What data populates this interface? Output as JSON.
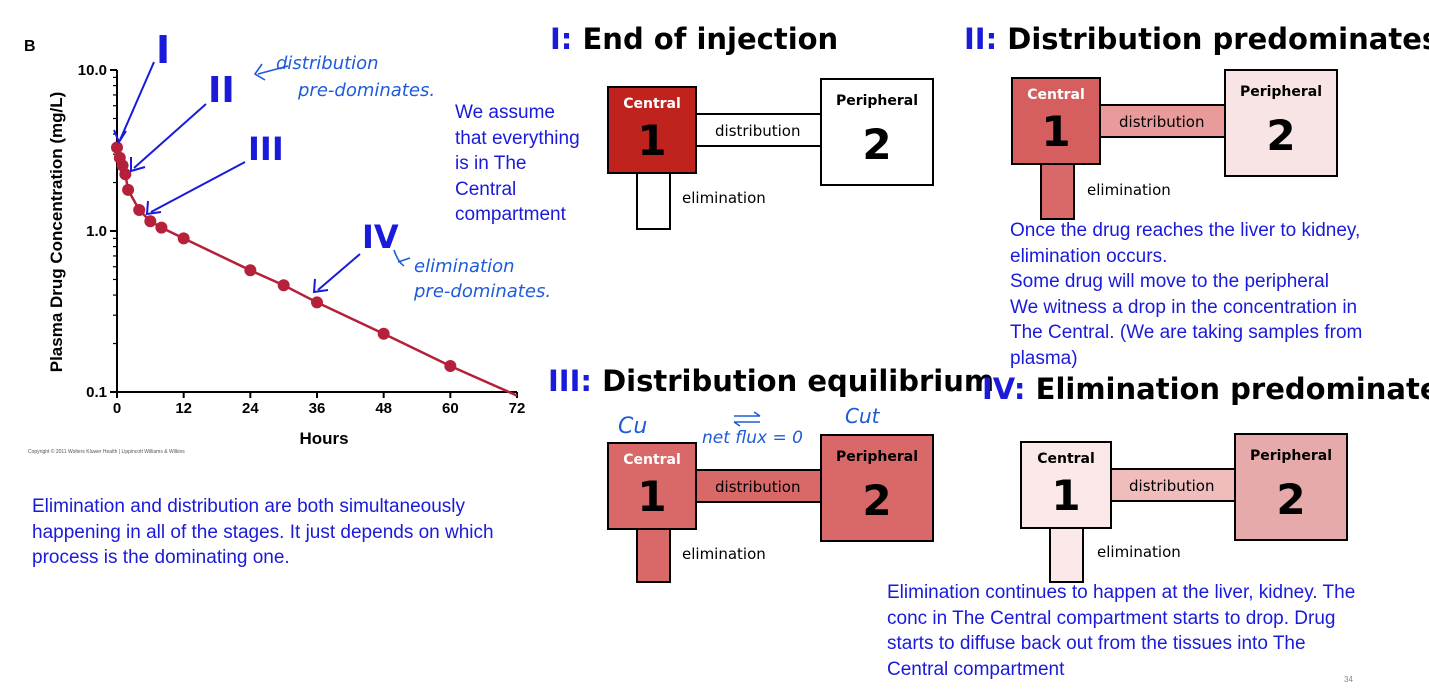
{
  "colors": {
    "heading_numeral": "#1a1adb",
    "note_text": "#1a1adb",
    "curve": "#b5213b",
    "central_I": "#c0221e",
    "central_II": "#d55f5f",
    "peripheral_II": "#f8e4e4",
    "link_II": "#e99a9a",
    "compartment_III": "#d96868",
    "central_IV": "#fbe9e9",
    "peripheral_IV": "#e7aaaa",
    "link_IV": "#f0bcbc"
  },
  "chart": {
    "panel_letter": "B",
    "ylabel": "Plasma Drug Concentration (mg/L)",
    "xlabel": "Hours",
    "copyright": "Copyright © 2011 Wolters Kluwer Health | Lippincott Williams & Wilkins",
    "y_ticks": [
      "10.0",
      "1.0",
      "0.1"
    ],
    "x_ticks": [
      "0",
      "12",
      "24",
      "36",
      "48",
      "60",
      "72"
    ],
    "phase_labels": [
      "I",
      "II",
      "III",
      "IV"
    ],
    "annotation_distribution": [
      "distribution",
      "pre-dominates."
    ],
    "annotation_elimination": [
      "elimination",
      "pre-dominates."
    ]
  },
  "chart_data": {
    "type": "scatter",
    "title": "",
    "xlabel": "Hours",
    "ylabel": "Plasma Drug Concentration (mg/L)",
    "yscale": "log",
    "xlim": [
      0,
      72
    ],
    "ylim": [
      0.1,
      10
    ],
    "x": [
      0,
      0.5,
      1,
      1.5,
      2,
      4,
      6,
      8,
      12,
      24,
      30,
      36,
      48,
      60
    ],
    "y": [
      3.3,
      2.85,
      2.55,
      2.25,
      1.8,
      1.35,
      1.15,
      1.05,
      0.9,
      0.57,
      0.46,
      0.36,
      0.23,
      0.145
    ],
    "line_end": [
      72,
      0.09
    ]
  },
  "assume_note": [
    "We assume",
    "that everything",
    "is in The",
    "Central",
    "compartment"
  ],
  "bottom_note": [
    "Elimination and distribution are both simultaneously",
    "happening in all of the stages. It just depends on which",
    "process is the dominating one."
  ],
  "sections": {
    "I": {
      "num": "I:",
      "title": "End of injection"
    },
    "II": {
      "num": "II:",
      "title": "Distribution predominates"
    },
    "III": {
      "num": "III:",
      "title": "Distribution equilibrium"
    },
    "IV": {
      "num": "IV:",
      "title": "Elimination predominates"
    }
  },
  "diagram": {
    "central": "Central",
    "peripheral": "Peripheral",
    "one": "1",
    "two": "2",
    "distribution": "distribution",
    "elimination": "elimination"
  },
  "note_II": [
    "Once the drug reaches the liver to kidney,",
    "elimination occurs.",
    "Some drug will move to the peripheral",
    "We witness a drop in the concentration in",
    "The Central. (We are taking samples from",
    "plasma)"
  ],
  "hand_III": {
    "cu": "Cu",
    "flux": "net flux = 0",
    "cut": "Cut"
  },
  "note_IV": [
    "Elimination continues to happen at the liver, kidney. The",
    "conc in The Central compartment starts to drop. Drug",
    "starts to diffuse back out from the tissues into The",
    "Central compartment"
  ],
  "page_number": "34"
}
